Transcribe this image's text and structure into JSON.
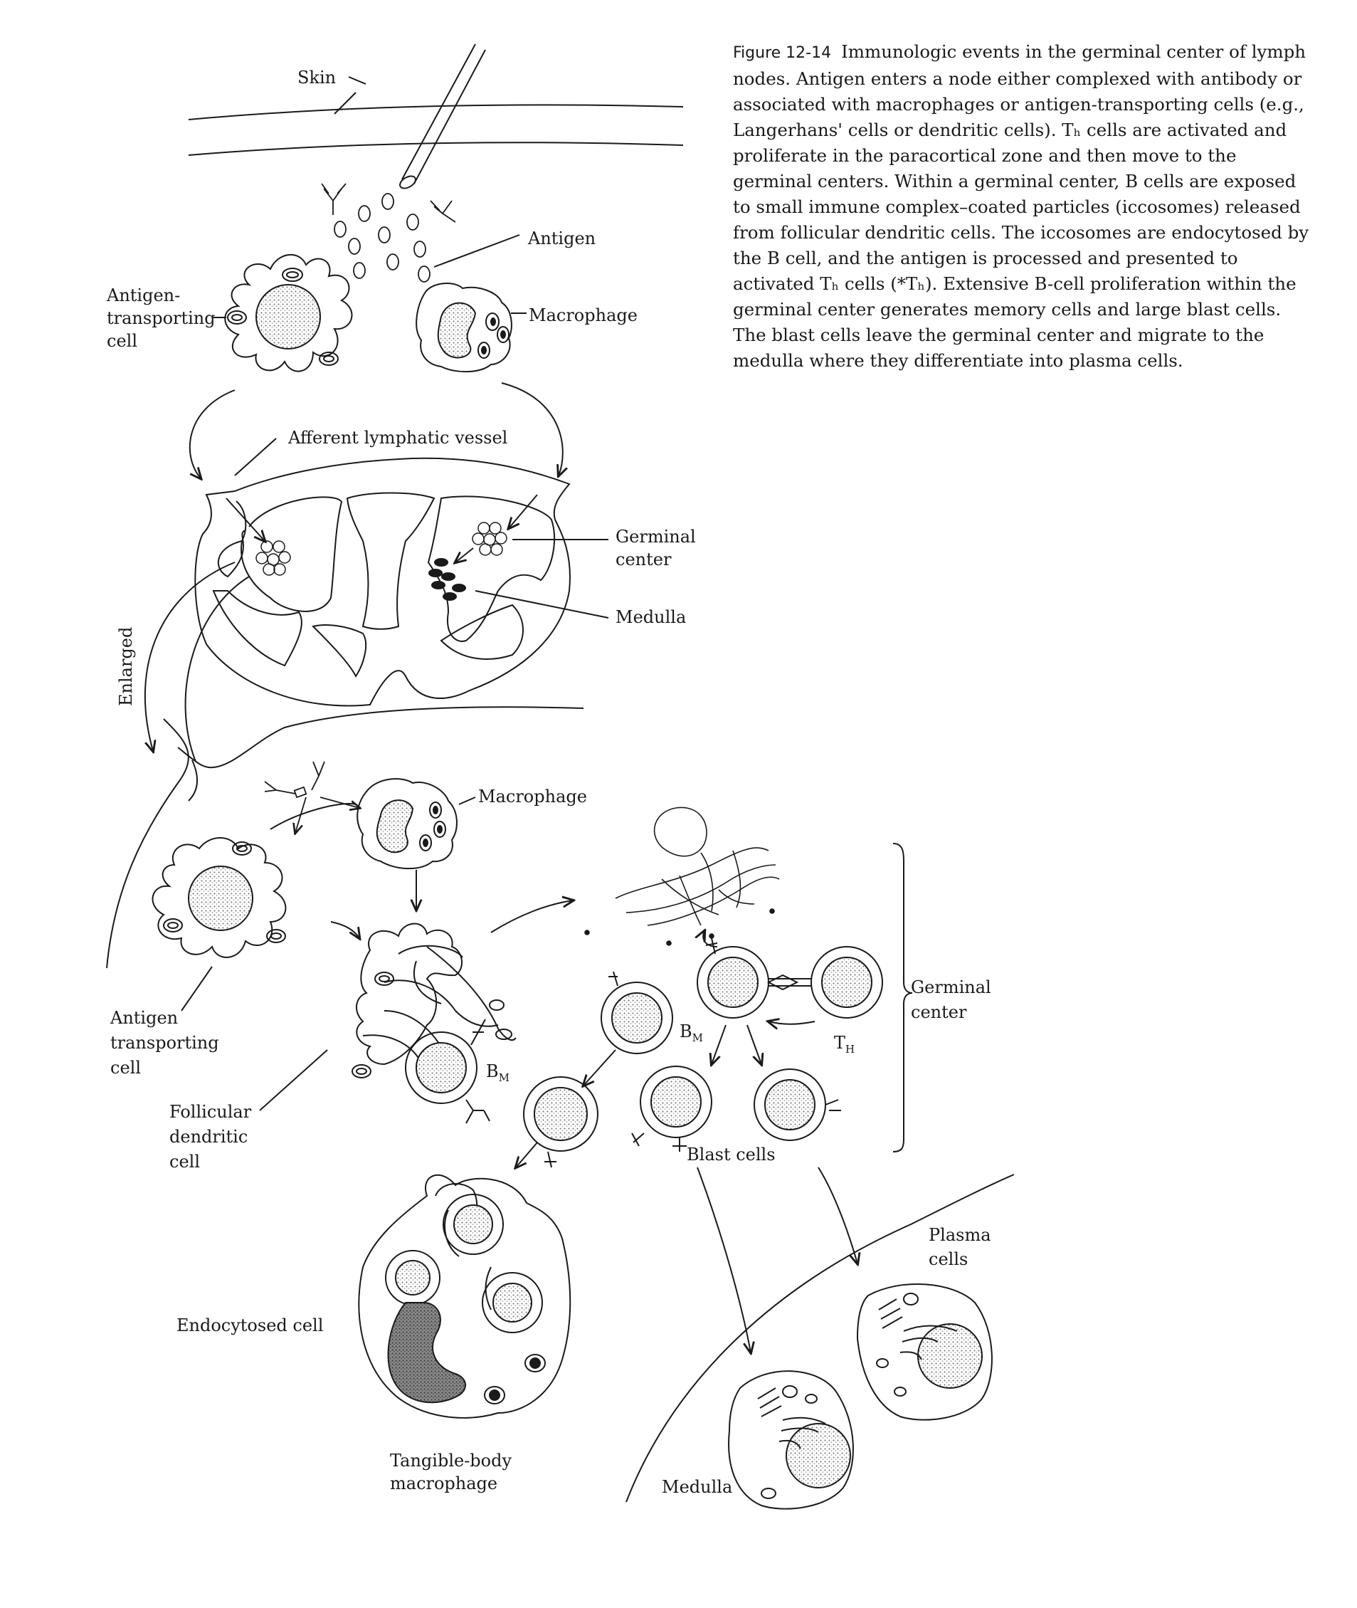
{
  "caption": {
    "figure_number": "Figure 12-14",
    "text": "Immunologic events in the germinal center of lymph nodes. Antigen enters a node either complexed with antibody or associated with macrophages or antigen-transporting cells (e.g., Langerhans' cells or dendritic cells). Tₕ cells are activated and proliferate in the paracortical zone and then move to the germinal centers. Within a germinal center, B cells are exposed to small immune complex–coated particles (iccosomes) released from follicular dendritic cells. The iccosomes are endocytosed by the B cell, and the antigen is processed and presented to activated Tₕ cells (*Tₕ). Extensive B-cell proliferation within the germinal center generates memory cells and large blast cells. The blast cells leave the germinal center and migrate to the medulla where they differentiate into plasma cells."
  },
  "labels": {
    "skin": "Skin",
    "antigen": "Antigen",
    "antigen_transporting_top_1": "Antigen-",
    "antigen_transporting_top_2": "transporting",
    "antigen_transporting_top_3": "cell",
    "macrophage_top": "Macrophage",
    "afferent": "Afferent lymphatic vessel",
    "germinal_center_1": "Germinal",
    "germinal_center_2": "center",
    "medulla_node": "Medulla",
    "enlarged": "Enlarged",
    "macrophage_mid": "Macrophage",
    "antigen_transporting_low_1": "Antigen",
    "antigen_transporting_low_2": "transporting",
    "antigen_transporting_low_3": "cell",
    "follicular_1": "Follicular",
    "follicular_2": "dendritic",
    "follicular_3": "cell",
    "bm": "B",
    "bm_sub": "M",
    "bm2": "B",
    "bm2_sub": "M",
    "th": "T",
    "th_sub": "H",
    "germinal_right_1": "Germinal",
    "germinal_right_2": "center",
    "blast_cells": "Blast cells",
    "endocytosed_cell": "Endocytosed cell",
    "tangible_1": "Tangible-body",
    "tangible_2": "macrophage",
    "plasma_1": "Plasma",
    "plasma_2": "cells",
    "medulla_bottom": "Medulla"
  },
  "colors": {
    "ink": "#1a1a1a",
    "stipple": "#9a9a9a",
    "dark_fill": "#2a2a2a"
  }
}
